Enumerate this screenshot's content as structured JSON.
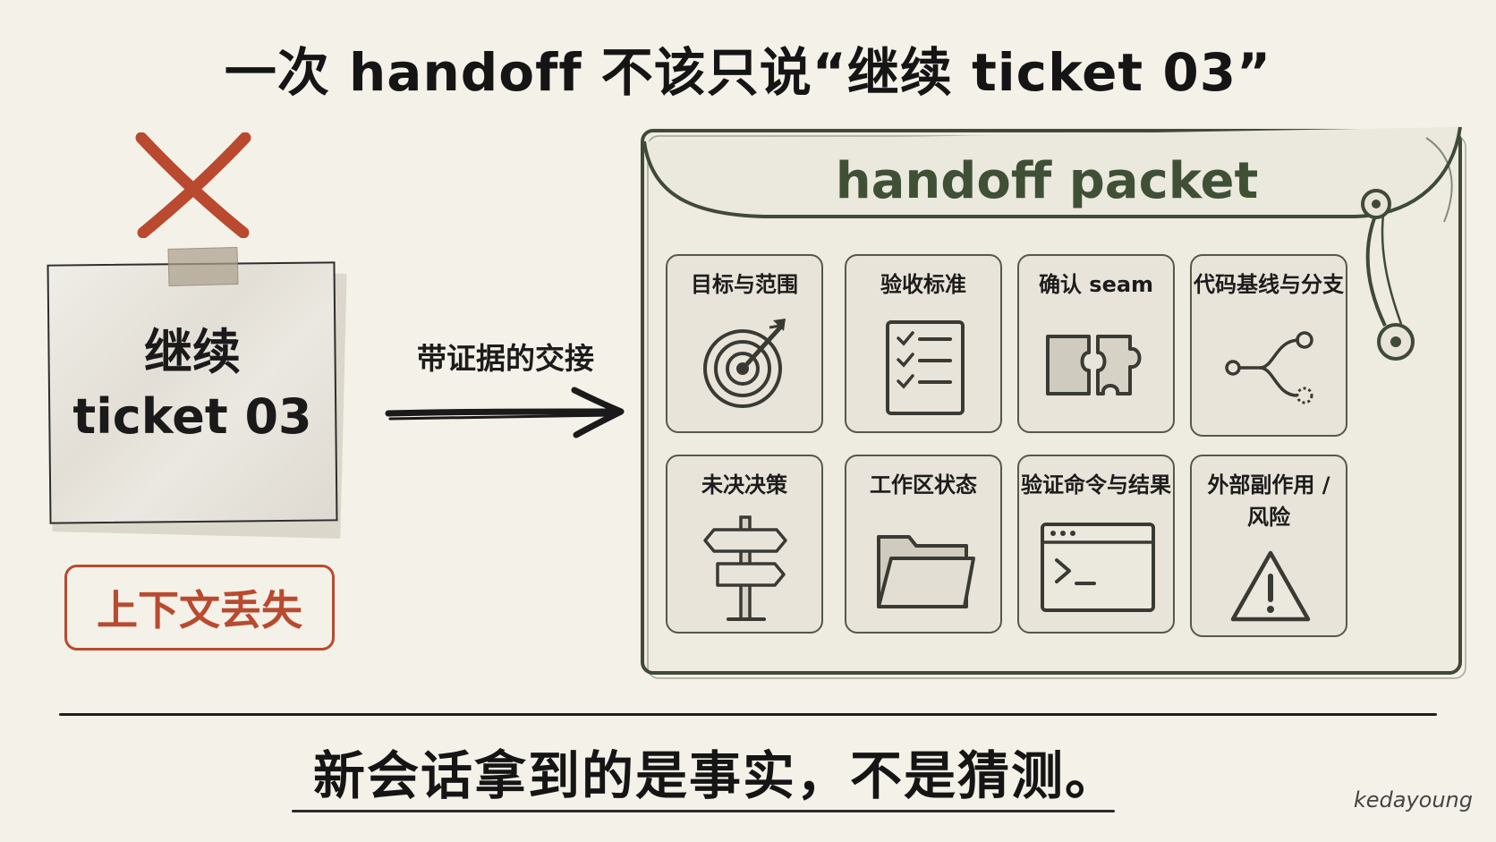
{
  "title": "一次 handoff 不该只说“继续 ticket 03”",
  "note": {
    "line1": "继续",
    "line2": "ticket 03"
  },
  "lost_badge": "上下文丢失",
  "arrow_label": "带证据的交接",
  "packet": {
    "title": "handoff packet",
    "items": [
      {
        "label": "目标与范围",
        "icon": "target-icon"
      },
      {
        "label": "验收标准",
        "icon": "checklist-icon"
      },
      {
        "label": "确认 seam",
        "icon": "puzzle-icon"
      },
      {
        "label": "代码基线与分支",
        "icon": "branch-icon"
      },
      {
        "label": "未决决策",
        "icon": "signpost-icon"
      },
      {
        "label": "工作区状态",
        "icon": "folder-icon"
      },
      {
        "label": "验证命令与结果",
        "icon": "terminal-icon"
      },
      {
        "label": "外部副作用 /\n风险",
        "icon": "warning-icon"
      }
    ]
  },
  "footer": "新会话拿到的是事实，不是猜测。",
  "signature": "kedayoung",
  "colors": {
    "accent_red": "#b94a2f",
    "envelope_green": "#3f5036",
    "background": "#f4f1e8"
  }
}
